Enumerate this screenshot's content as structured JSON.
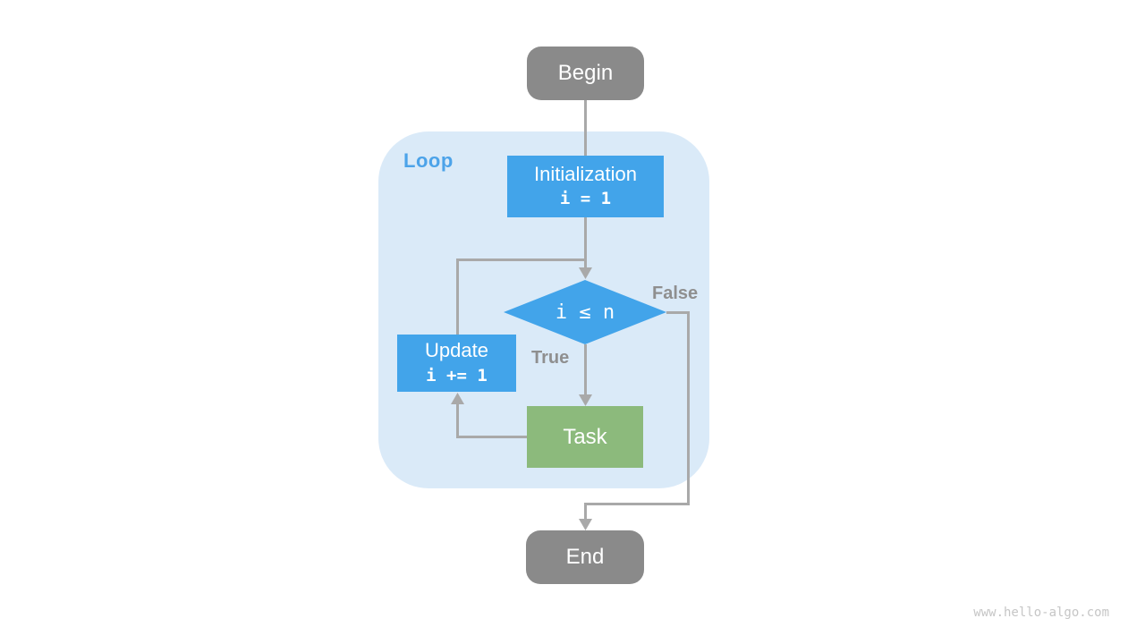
{
  "diagram": {
    "container": {
      "label": "Loop"
    },
    "nodes": {
      "begin": {
        "label": "Begin"
      },
      "initialization": {
        "label": "Initialization",
        "code": "i = 1"
      },
      "condition": {
        "label": "i ≤ n"
      },
      "update": {
        "label": "Update",
        "code": "i += 1"
      },
      "task": {
        "label": "Task"
      },
      "end": {
        "label": "End"
      }
    },
    "edge_labels": {
      "true": "True",
      "false": "False"
    },
    "colors": {
      "loop_background": "#DAEAF8",
      "loop_label_blue": "#4CA3E9",
      "process_blue": "#42A4EA",
      "task_green": "#8CBA7C",
      "terminal_gray": "#8A8A8A",
      "connector_gray": "#A9A9A9",
      "edge_label_gray": "#8F8F8F",
      "watermark_gray": "#C6C6C6"
    }
  },
  "watermark": "www.hello-algo.com"
}
